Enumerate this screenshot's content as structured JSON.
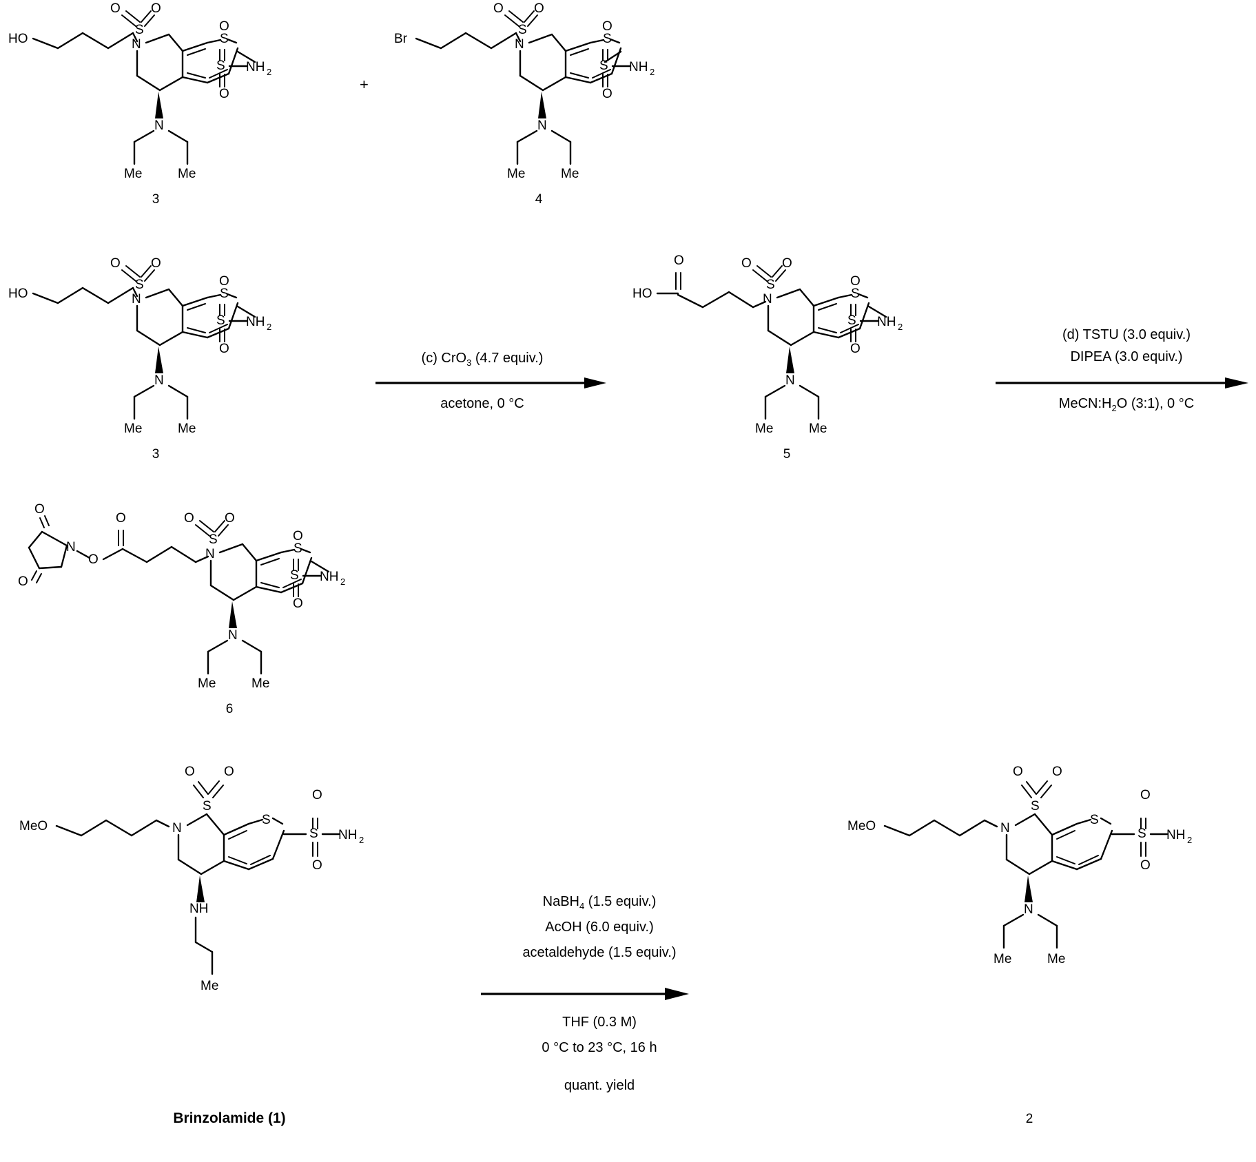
{
  "document": {
    "type": "chemical-reaction-scheme",
    "title": "Synthesis scheme for brinzolamide derivatives"
  },
  "atoms": {
    "HO": "HO",
    "Br": "Br",
    "MeO": "MeO",
    "Me": "Me",
    "N": "N",
    "NH": "NH",
    "S": "S",
    "O": "O",
    "NH2": "NH",
    "sub2": "2"
  },
  "row1": {
    "plus": "+",
    "compound_left": {
      "label": "3",
      "start_group": "HO",
      "ring_N": "N",
      "thiophene_S": "S",
      "sulfonamide": "NH",
      "sulfonamide_sub": "2",
      "amine_N": "N",
      "methyl_left": "Me",
      "methyl_right": "Me",
      "sulfone_O1": "O",
      "sulfone_O2": "O",
      "sulfonyl_O_top": "O",
      "sulfonyl_O_bottom": "O",
      "ring_S": "S"
    },
    "compound_right": {
      "label": "4",
      "start_group": "Br",
      "ring_N": "N",
      "thiophene_S": "S",
      "sulfonamide": "NH",
      "sulfonamide_sub": "2",
      "amine_N": "N",
      "methyl_left": "Me",
      "methyl_right": "Me",
      "sulfone_O1": "O",
      "sulfone_O2": "O",
      "sulfonyl_O_top": "O",
      "sulfonyl_O_bottom": "O",
      "ring_S": "S"
    }
  },
  "row2": {
    "compound_left": {
      "label": "3",
      "start_group": "HO",
      "ring_N": "N",
      "thiophene_S": "S",
      "sulfonamide": "NH",
      "sulfonamide_sub": "2",
      "amine_N": "N",
      "methyl_left": "Me",
      "methyl_right": "Me",
      "sulfone_O1": "O",
      "sulfone_O2": "O",
      "sulfonyl_O_top": "O",
      "sulfonyl_O_bottom": "O",
      "ring_S": "S"
    },
    "arrow1": {
      "above_line1": "(c) CrO3 (4.7 equiv.)",
      "above_reagent": "CrO",
      "above_reagent_sub": "3",
      "above_prefix": "(c) ",
      "above_suffix": " (4.7 equiv.)",
      "below": "acetone, 0 °C"
    },
    "compound_middle": {
      "label": "5",
      "start_group": "HO",
      "carbonyl_O": "O",
      "ring_N": "N",
      "thiophene_S": "S",
      "sulfonamide": "NH",
      "sulfonamide_sub": "2",
      "amine_N": "N",
      "methyl_left": "Me",
      "methyl_right": "Me",
      "sulfone_O1": "O",
      "sulfone_O2": "O",
      "sulfonyl_O_top": "O",
      "sulfonyl_O_bottom": "O",
      "ring_S": "S"
    },
    "arrow2": {
      "above_line1": "(d) TSTU (3.0 equiv.)",
      "above_line2": "DIPEA (3.0 equiv.)",
      "below_prefix": "MeCN:H",
      "below_sub": "2",
      "below_suffix": "O (3:1), 0 °C"
    }
  },
  "row3": {
    "compound": {
      "label": "6",
      "succinimide_O_top": "O",
      "succinimide_O_bottom": "O",
      "succinimide_N": "N",
      "ester_O": "O",
      "carbonyl_O": "O",
      "ring_N": "N",
      "thiophene_S": "S",
      "sulfonamide": "NH",
      "sulfonamide_sub": "2",
      "amine_N": "N",
      "methyl_left": "Me",
      "methyl_right": "Me",
      "sulfone_O1": "O",
      "sulfone_O2": "O",
      "sulfonyl_O_top": "O",
      "sulfonyl_O_bottom": "O",
      "ring_S": "S"
    }
  },
  "row4": {
    "compound_left": {
      "label": "Brinzolamide (1)",
      "start_group": "MeO",
      "ring_N": "N",
      "thiophene_S": "S",
      "sulfonamide": "NH",
      "sulfonamide_sub": "2",
      "amine_NH": "NH",
      "methyl": "Me",
      "sulfone_O1": "O",
      "sulfone_O2": "O",
      "sulfonyl_O_top": "O",
      "sulfonyl_O_bottom": "O",
      "ring_S": "S"
    },
    "arrow": {
      "above_line1_prefix": "NaBH",
      "above_line1_sub": "4",
      "above_line1_suffix": " (1.5 equiv.)",
      "above_line2": "AcOH (6.0 equiv.)",
      "above_line3": "acetaldehyde (1.5 equiv.)",
      "below_line1": "THF (0.3 M)",
      "below_line2": "0 °C to 23 °C, 16 h",
      "below_line3": "quant. yield"
    },
    "compound_right": {
      "label": "2",
      "start_group": "MeO",
      "ring_N": "N",
      "thiophene_S": "S",
      "sulfonamide": "NH",
      "sulfonamide_sub": "2",
      "amine_N": "N",
      "methyl_left": "Me",
      "methyl_right": "Me",
      "sulfone_O1": "O",
      "sulfone_O2": "O",
      "sulfonyl_O_top": "O",
      "sulfonyl_O_bottom": "O",
      "ring_S": "S"
    }
  },
  "colors": {
    "ink": "#000000",
    "background": "#ffffff"
  }
}
